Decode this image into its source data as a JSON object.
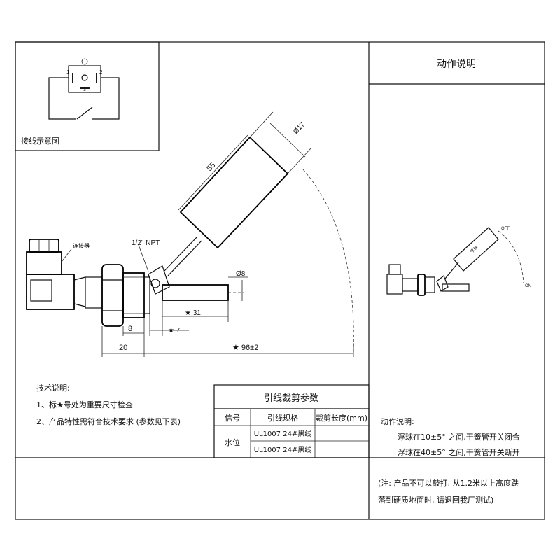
{
  "wiring": {
    "title": "接线示意图",
    "pin_1": "1",
    "pin_2": "2",
    "pin_3": "3"
  },
  "dimensions": {
    "float_length": "55",
    "float_diameter": "Ø17",
    "thread": "1/2\" NPT",
    "connector": "连接器",
    "probe_diameter": "Ø8",
    "d31": "★ 31",
    "d7": "★ 7",
    "d8": "8",
    "d20": "20",
    "d96": "★ 96±2"
  },
  "action": {
    "header": "动作说明",
    "float_label": "浮球",
    "off": "OFF",
    "on": "ON",
    "desc_title": "动作说明:",
    "desc_line1": "浮球在10±5° 之间,干簧管开关闭合",
    "desc_line2": "浮球在40±5° 之间,干簧管开关断开",
    "note_line1": "(注: 产品不可以敲打, 从1.2米以上高度跌",
    "note_line2": "落到硬质地面时, 请退回我厂测试)"
  },
  "tech": {
    "title": "技术说明:",
    "line1_pre": "1、标",
    "line1_star": "★",
    "line1_post": "号处为重要尺寸检查",
    "line2": "2、产品特性需符合技术要求 (参数见下表)"
  },
  "lead_table": {
    "title": "引线裁剪参数",
    "headers": [
      "信号",
      "引线规格",
      "裁剪长度(mm)"
    ],
    "signal": "水位",
    "rows": [
      {
        "spec": "UL1007 24#黑线",
        "length": ""
      },
      {
        "spec": "UL1007 24#黑线",
        "length": ""
      }
    ]
  }
}
